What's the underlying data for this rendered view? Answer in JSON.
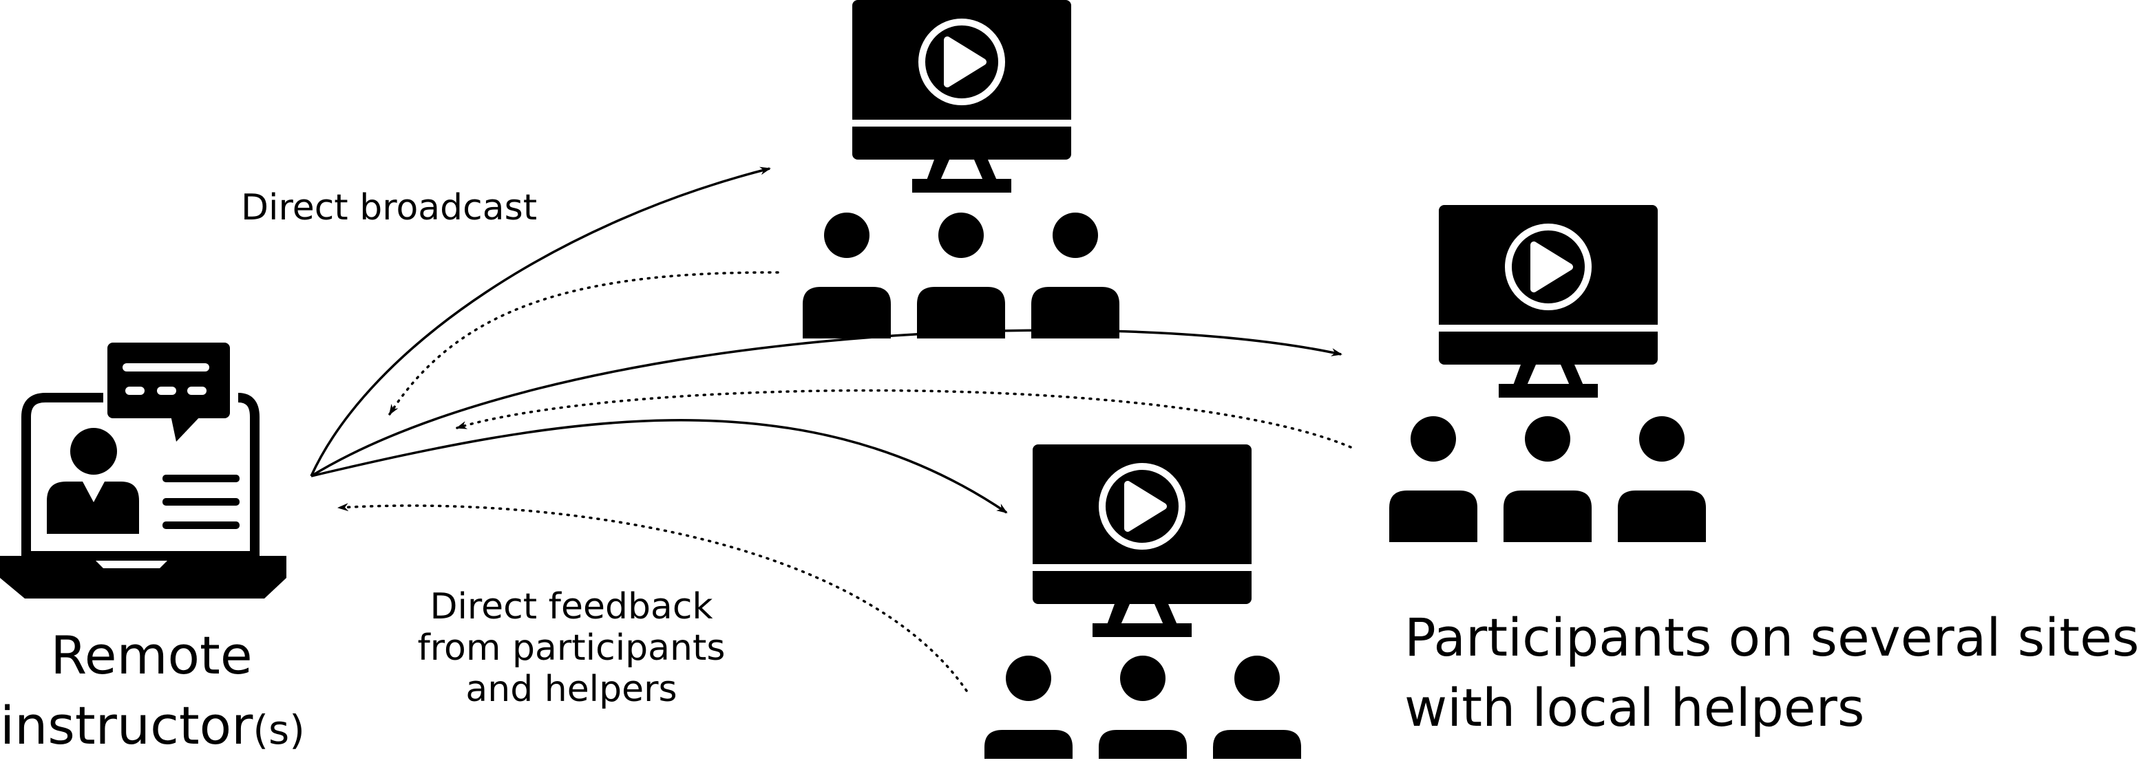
{
  "diagram": {
    "labels": {
      "broadcast": "Direct broadcast",
      "feedback_lines": [
        "Direct feedback",
        "from participants",
        "and helpers"
      ],
      "instructor_line1": "Remote",
      "instructor_line2": "instructor",
      "instructor_suffix": "(s)",
      "participants_lines": [
        "Participants on several sites",
        "with local helpers"
      ]
    },
    "nodes": {
      "instructor": {
        "icon": "laptop-instructor-icon"
      },
      "sites": [
        {
          "icon": "monitor-play-icon",
          "audience_icon": "people-group-icon"
        },
        {
          "icon": "monitor-play-icon",
          "audience_icon": "people-group-icon"
        },
        {
          "icon": "monitor-play-icon",
          "audience_icon": "people-group-icon"
        }
      ]
    },
    "edges": {
      "broadcast": "solid",
      "feedback": "dotted"
    },
    "colors": {
      "ink": "#000000",
      "background": "#ffffff"
    }
  }
}
